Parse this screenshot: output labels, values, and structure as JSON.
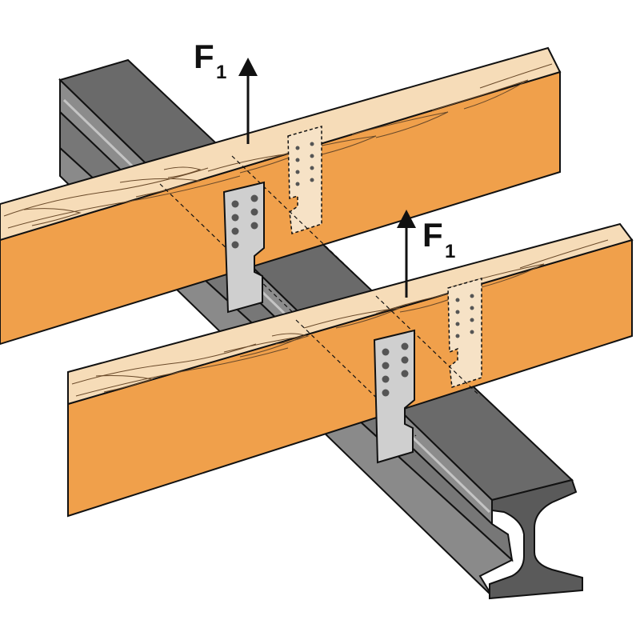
{
  "forces": [
    {
      "symbol": "F",
      "subscript": "1"
    },
    {
      "symbol": "F",
      "subscript": "1"
    }
  ],
  "colors": {
    "beam_side": "#f0a04b",
    "beam_top": "#f6dcb8",
    "grain": "#6a4a2a",
    "rail_dark": "#4a4a4a",
    "rail_mid": "#707070",
    "rail_light": "#9a9a9a",
    "bracket_fill": "#cfcfcf",
    "bracket_hidden_fill": "#f6e2c6",
    "hole": "#555555",
    "outline": "#111111"
  }
}
